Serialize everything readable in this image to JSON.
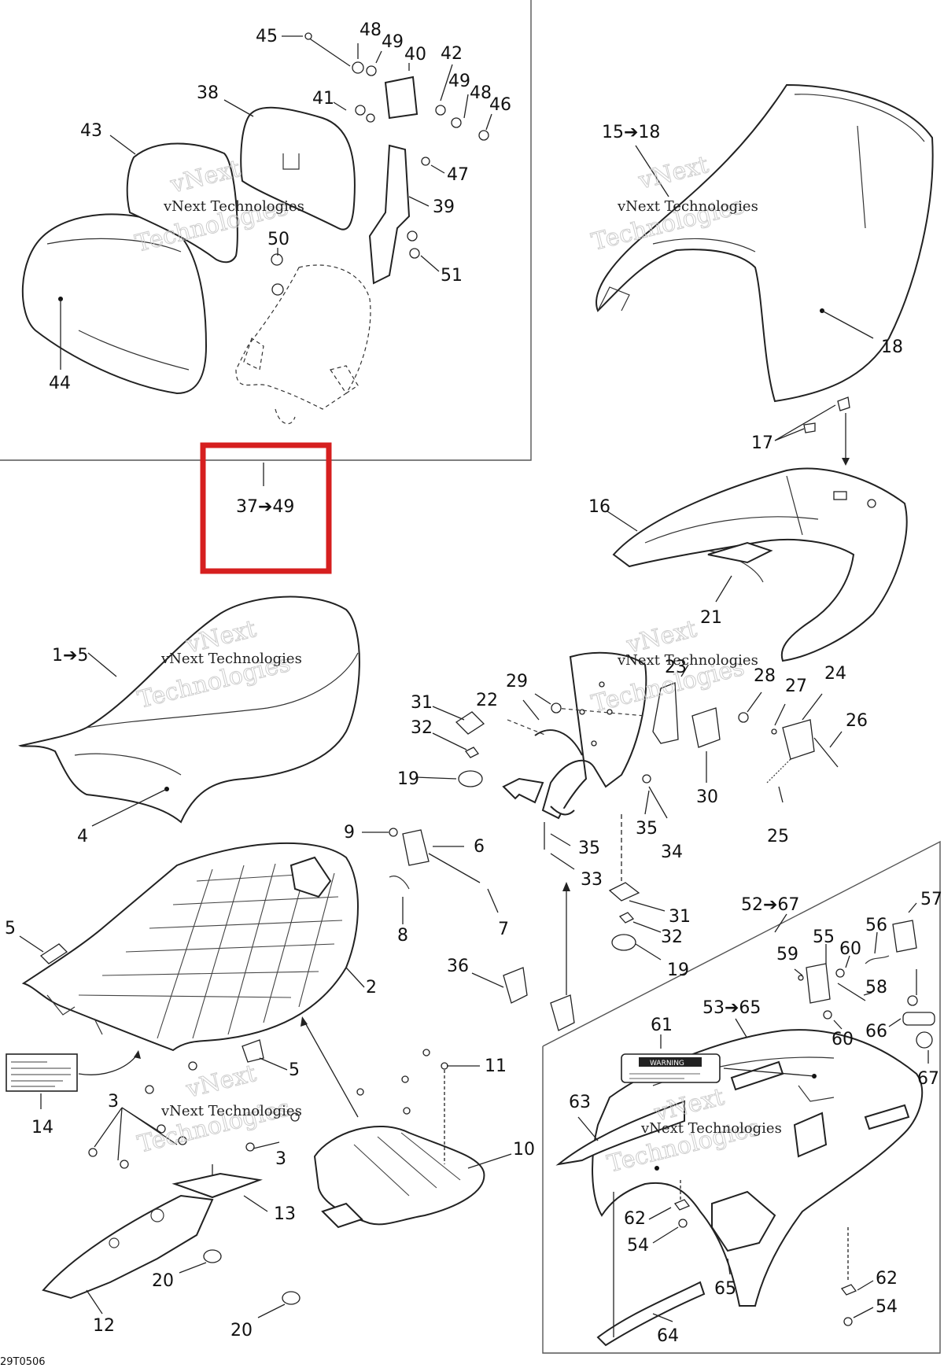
{
  "diagram": {
    "figure_code": "29T0506",
    "watermark_line1": "vNext",
    "watermark_line2": "Technologies",
    "watermark_label": "vNext Technologies",
    "highlight_color": "#d61f1f",
    "groups": {
      "backrest": "37➔49",
      "driver_seat": "1➔5",
      "passenger_seat": "15➔18",
      "rear_assembly": "52➔67",
      "rear_subassembly": "53➔65"
    },
    "labels": {
      "p2": "2",
      "p3": "3",
      "p4": "4",
      "p5": "5",
      "p6": "6",
      "p7": "7",
      "p8": "8",
      "p9": "9",
      "p10": "10",
      "p11": "11",
      "p12": "12",
      "p13": "13",
      "p14": "14",
      "p16": "16",
      "p17": "17",
      "p18": "18",
      "p19": "19",
      "p20": "20",
      "p21": "21",
      "p22": "22",
      "p23": "23",
      "p24": "24",
      "p25": "25",
      "p26": "26",
      "p27": "27",
      "p28": "28",
      "p29": "29",
      "p30": "30",
      "p31": "31",
      "p32": "32",
      "p33": "33",
      "p34": "34",
      "p35": "35",
      "p36": "36",
      "p38": "38",
      "p39": "39",
      "p40": "40",
      "p41": "41",
      "p42": "42",
      "p43": "43",
      "p44": "44",
      "p45": "45",
      "p46": "46",
      "p47": "47",
      "p48": "48",
      "p49": "49",
      "p50": "50",
      "p51": "51",
      "p54": "54",
      "p55": "55",
      "p56": "56",
      "p57": "57",
      "p58": "58",
      "p59": "59",
      "p60": "60",
      "p61": "61",
      "p62": "62",
      "p63": "63",
      "p64": "64",
      "p65": "65",
      "p66": "66",
      "p67": "67"
    },
    "warning_label_text": "WARNING"
  }
}
